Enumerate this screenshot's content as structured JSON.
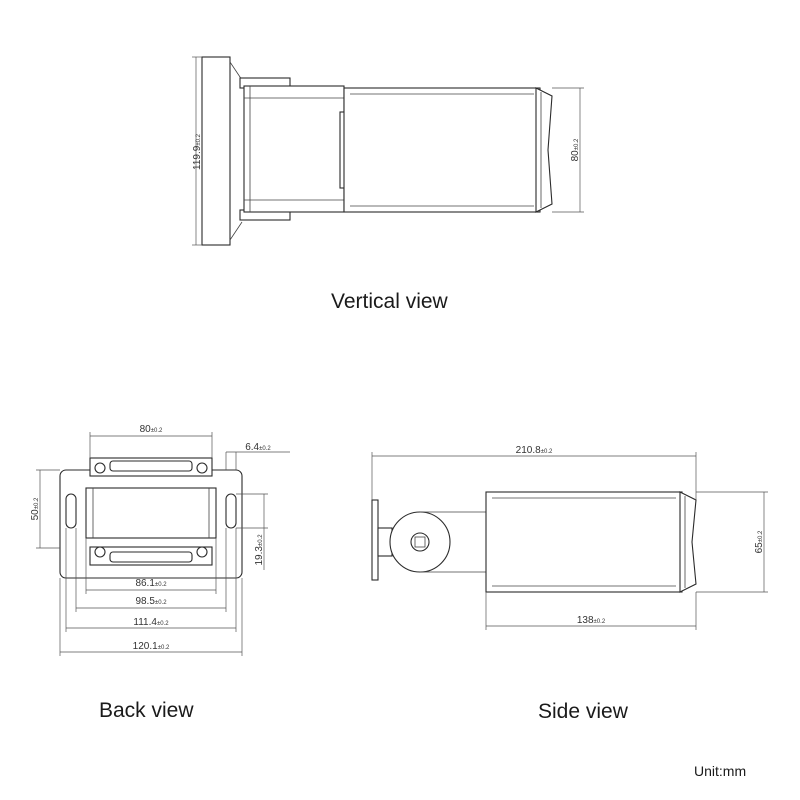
{
  "captions": {
    "vertical": "Vertical view",
    "back": "Back view",
    "side": "Side view",
    "unit": "Unit:mm"
  },
  "dims": {
    "vertical_height": {
      "value": "119.9",
      "tol": "±0.2"
    },
    "vertical_width": {
      "value": "80",
      "tol": "±0.2"
    },
    "back_top": {
      "value": "80",
      "tol": "±0.2"
    },
    "back_small": {
      "value": "6.4",
      "tol": "±0.2"
    },
    "back_height": {
      "value": "50",
      "tol": "±0.2"
    },
    "back_right": {
      "value": "19.3",
      "tol": "±0.2"
    },
    "back_86": {
      "value": "86.1",
      "tol": "±0.2"
    },
    "back_98": {
      "value": "98.5",
      "tol": "±0.2"
    },
    "back_111": {
      "value": "111.4",
      "tol": "±0.2"
    },
    "back_120": {
      "value": "120.1",
      "tol": "±0.2"
    },
    "side_total": {
      "value": "210.8",
      "tol": "±0.2"
    },
    "side_height": {
      "value": "65",
      "tol": "±0.2"
    },
    "side_body": {
      "value": "138",
      "tol": "±0.2"
    }
  }
}
